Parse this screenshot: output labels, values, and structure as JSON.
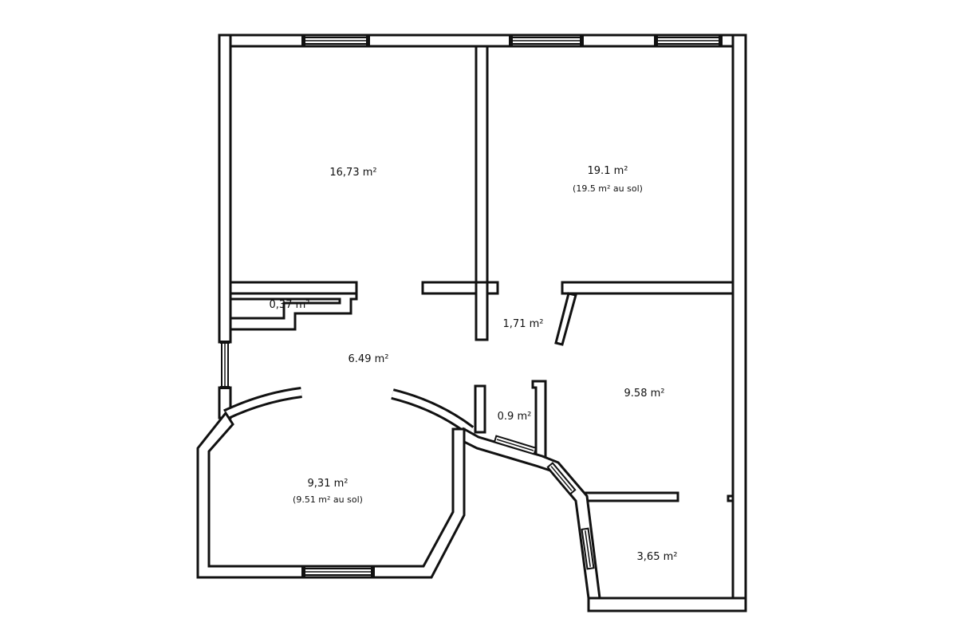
{
  "rooms": [
    {
      "id": "room-a",
      "area": "16,73 m²",
      "note": ""
    },
    {
      "id": "room-b",
      "area": "19.1 m²",
      "note": "(19.5 m² au sol)"
    },
    {
      "id": "room-c",
      "area": "0,37 m²",
      "note": ""
    },
    {
      "id": "room-d",
      "area": "1,71 m²",
      "note": ""
    },
    {
      "id": "room-e",
      "area": "6.49 m²",
      "note": ""
    },
    {
      "id": "room-f",
      "area": "9.58 m²",
      "note": ""
    },
    {
      "id": "room-g",
      "area": "0.9 m²",
      "note": ""
    },
    {
      "id": "room-h",
      "area": "9,31 m²",
      "note": "(9.51 m² au sol)"
    },
    {
      "id": "room-i",
      "area": "3,65 m²",
      "note": ""
    }
  ]
}
